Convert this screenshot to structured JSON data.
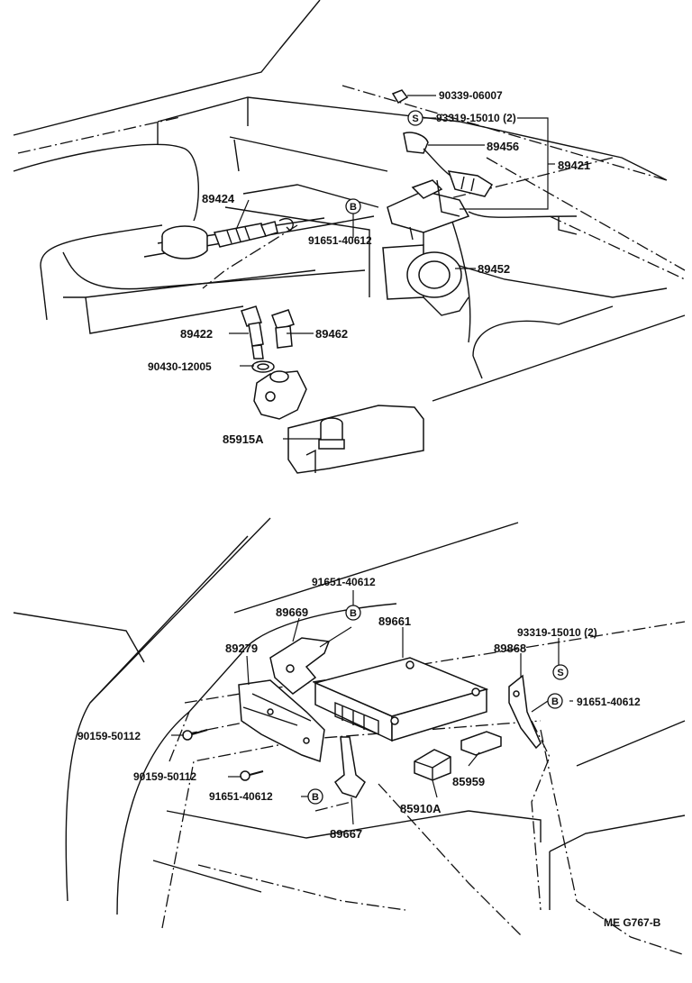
{
  "diagram": {
    "top_section": {
      "labels": {
        "p90339_06007": "90339-06007",
        "p93319_15010": "93319-15010 (2)",
        "p89456": "89456",
        "p89421": "89421",
        "p89424": "89424",
        "p91651_40612": "91651-40612",
        "p89452": "89452",
        "p89422": "89422",
        "p89462": "89462",
        "p90430_12005": "90430-12005",
        "p85915A": "85915A"
      },
      "symbols": {
        "s_mark": "S",
        "b_mark": "B"
      }
    },
    "bottom_section": {
      "labels": {
        "p91651_40612_a": "91651-40612",
        "p89669": "89669",
        "p89661": "89661",
        "p93319_15010": "93319-15010 (2)",
        "p89279": "89279",
        "p89868": "89868",
        "p91651_40612_b": "91651-40612",
        "p90159_50112_a": "90159-50112",
        "p90159_50112_b": "90159-50112",
        "p91651_40612_c": "91651-40612",
        "p85959": "85959",
        "p85910A": "85910A",
        "p89667": "89667"
      },
      "symbols": {
        "s_mark": "S",
        "b_mark": "B"
      }
    },
    "footer_code": "ME G767-B"
  }
}
